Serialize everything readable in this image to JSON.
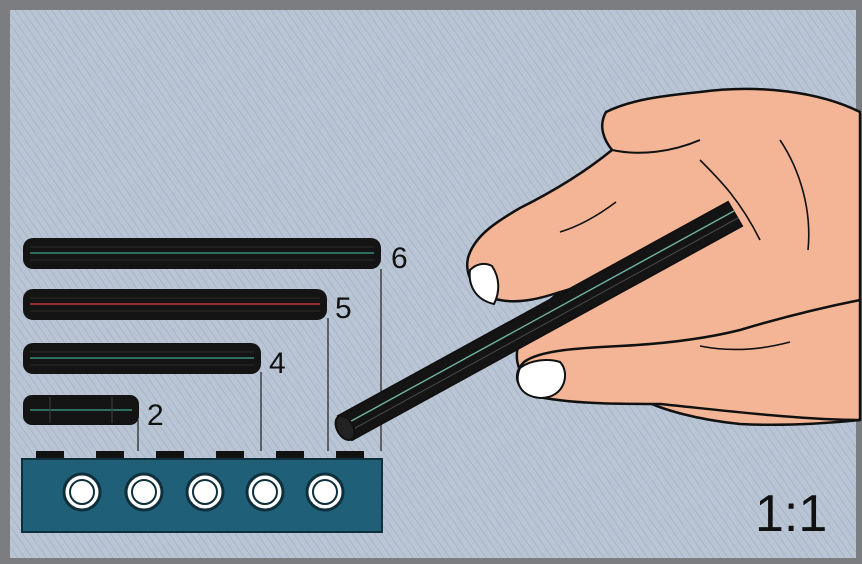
{
  "axle_labels": [
    "6",
    "5",
    "4",
    "2"
  ],
  "scale_label": "1:1",
  "colors": {
    "background": "#b8c4d3",
    "frame": "#6f6f6f",
    "axle": "#141414",
    "axle_stripe_green": "#3fa58a",
    "axle_stripe_red": "#c0343b",
    "beam": "#1f5f78",
    "beam_hole": "#ffffff",
    "skin": "#f3b596",
    "outline": "#111111"
  }
}
